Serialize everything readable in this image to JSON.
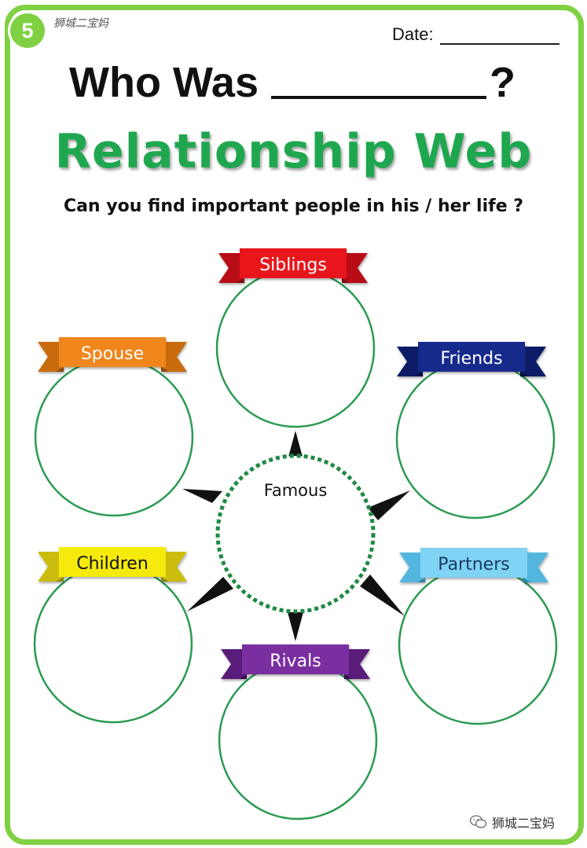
{
  "page_number": "5",
  "watermark_top": "狮城二宝妈",
  "date_label": "Date:",
  "heading": {
    "prefix": "Who Was",
    "suffix": "?"
  },
  "title": "Relationship Web",
  "subtitle": "Can you find important people in his / her life ?",
  "center_label": "Famous",
  "categories": [
    {
      "key": "siblings",
      "label": "Siblings",
      "color": "#e8141d"
    },
    {
      "key": "spouse",
      "label": "Spouse",
      "color": "#f0861e"
    },
    {
      "key": "friends",
      "label": "Friends",
      "color": "#142b8c"
    },
    {
      "key": "children",
      "label": "Children",
      "color": "#f6ea11"
    },
    {
      "key": "partners",
      "label": "Partners",
      "color": "#7fd3f5"
    },
    {
      "key": "rivals",
      "label": "Rivals",
      "color": "#7a2fa0"
    }
  ],
  "colors": {
    "frame": "#7fd143",
    "title": "#1fa74f",
    "circle_stroke": "#2b9a52"
  },
  "watermark_bottom": "狮城二宝妈"
}
